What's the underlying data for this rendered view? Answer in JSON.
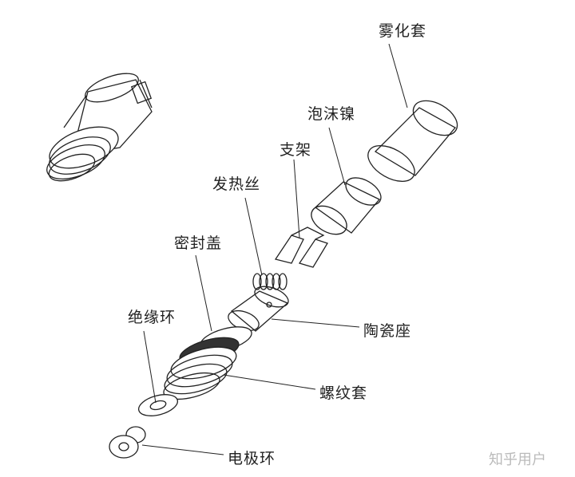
{
  "labels": {
    "atomizer_sleeve": "雾化套",
    "nickel_foam": "泡沫镍",
    "bracket": "支架",
    "heating_wire": "发热丝",
    "seal_cap": "密封盖",
    "insulating_ring": "绝缘环",
    "ceramic_base": "陶瓷座",
    "threaded_sleeve": "螺纹套",
    "electrode_ring": "电极环"
  },
  "watermark": "知乎用户"
}
